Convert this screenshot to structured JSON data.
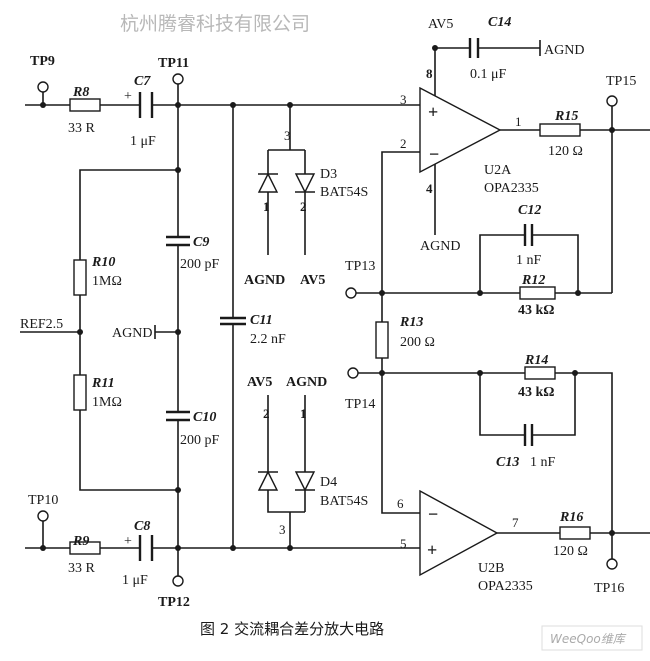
{
  "test_points": {
    "tp9": "TP9",
    "tp10": "TP10",
    "tp11": "TP11",
    "tp12": "TP12",
    "tp13": "TP13",
    "tp14": "TP14",
    "tp15": "TP15",
    "tp16": "TP16"
  },
  "components": {
    "r8": {
      "ref": "R8",
      "value": "33 R"
    },
    "r9": {
      "ref": "R9",
      "value": "33 R"
    },
    "c7": {
      "ref": "C7",
      "value": "1 μF",
      "polarity": "+"
    },
    "c8": {
      "ref": "C8",
      "value": "1 μF",
      "polarity": "+"
    },
    "r10": {
      "ref": "R10",
      "value": "1MΩ"
    },
    "r11": {
      "ref": "R11",
      "value": "1MΩ"
    },
    "c9": {
      "ref": "C9",
      "value": "200 pF"
    },
    "c10": {
      "ref": "C10",
      "value": "200 pF"
    },
    "c11": {
      "ref": "C11",
      "value": "2.2 nF"
    },
    "d3": {
      "ref": "D3",
      "value": "BAT54S",
      "pins": [
        "3",
        "1",
        "2"
      ]
    },
    "d4": {
      "ref": "D4",
      "value": "BAT54S",
      "pins": [
        "2",
        "1",
        "3"
      ]
    },
    "c14": {
      "ref": "C14",
      "value": "0.1 μF"
    },
    "r15": {
      "ref": "R15",
      "value": "120 Ω"
    },
    "r16": {
      "ref": "R16",
      "value": "120 Ω"
    },
    "c12": {
      "ref": "C12",
      "value": "1 nF"
    },
    "r12": {
      "ref": "R12",
      "value": "43 kΩ"
    },
    "r13": {
      "ref": "R13",
      "value": "200 Ω"
    },
    "r14": {
      "ref": "R14",
      "value": "43 kΩ"
    },
    "c13": {
      "ref": "C13",
      "value": "1 nF"
    },
    "u2a": {
      "ref": "U2A",
      "value": "OPA2335",
      "pins": [
        "3",
        "2",
        "1",
        "8",
        "4"
      ]
    },
    "u2b": {
      "ref": "U2B",
      "value": "OPA2335",
      "pins": [
        "5",
        "6",
        "7"
      ]
    }
  },
  "nets": {
    "ref": "REF2.5",
    "agnd": "AGND",
    "av5": "AV5"
  },
  "caption": "图 2 交流耦合差分放大电路",
  "watermark": "杭州腾睿科技有限公司",
  "logo": "WeeQoo维库"
}
